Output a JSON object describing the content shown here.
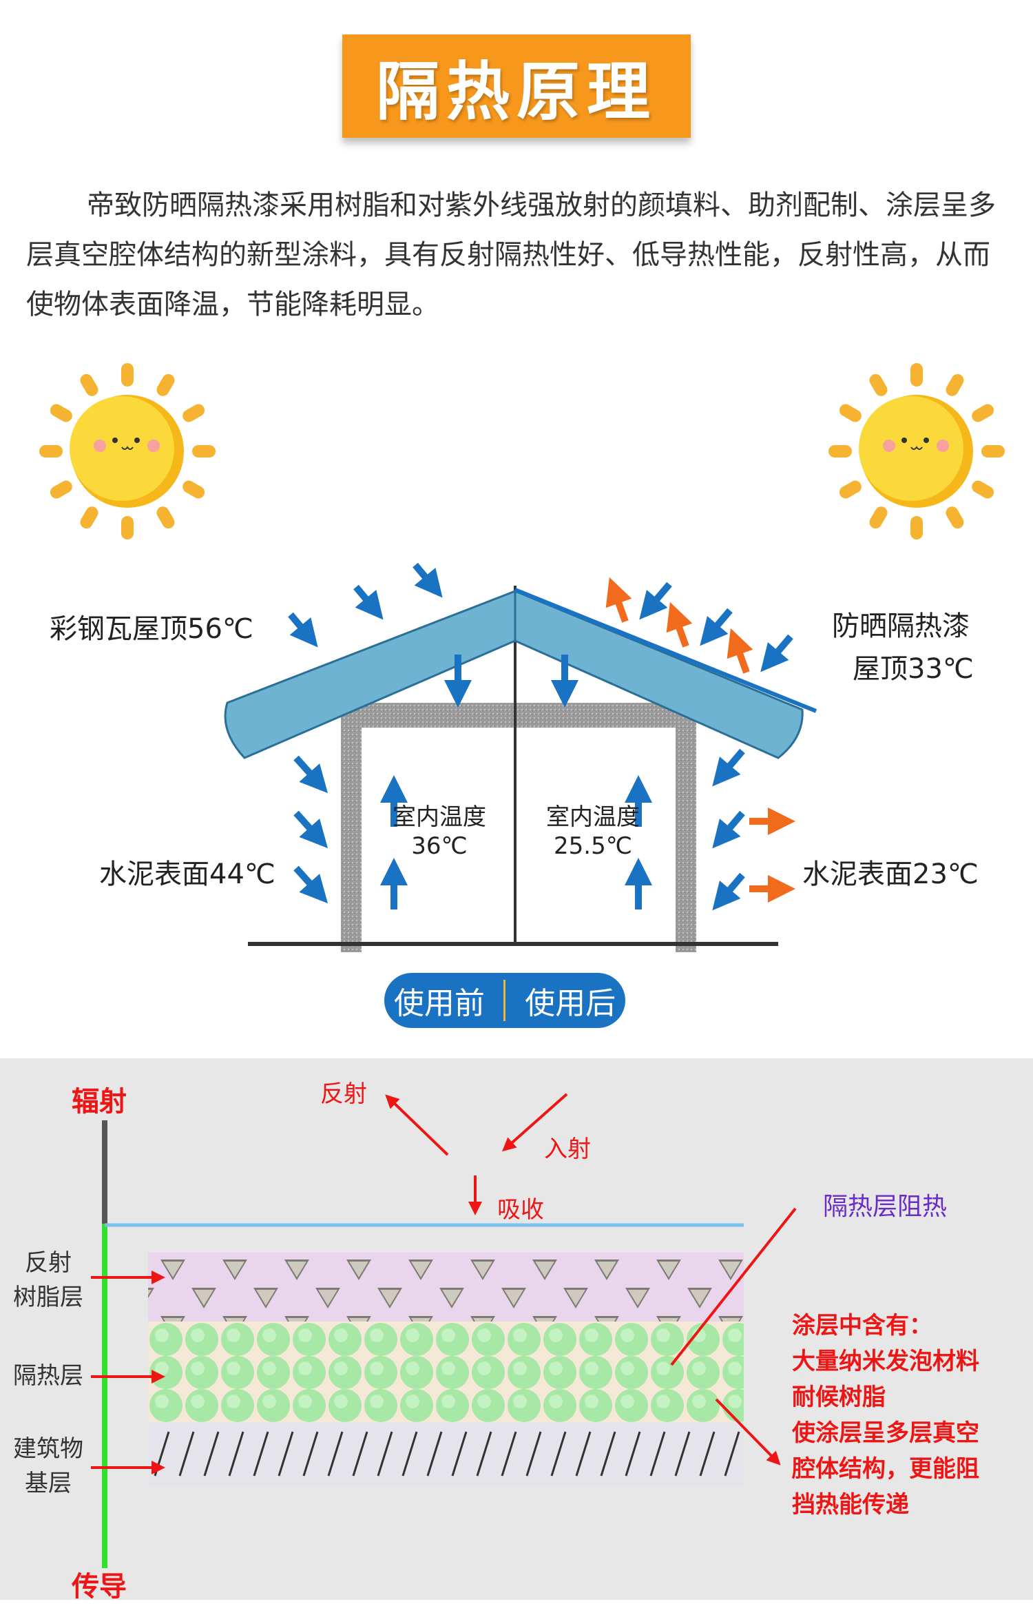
{
  "title": "隔热原理",
  "intro": "帝致防晒隔热漆采用树脂和对紫外线强放射的颜填料、助剂配制、涂层呈多层真空腔体结构的新型涂料，具有反射隔热性好、低导热性能，反射性高，从而使物体表面降温，节能降耗明显。",
  "house": {
    "left_roof": "彩钢瓦屋顶56℃",
    "right_roof_line1": "防晒隔热漆",
    "right_roof_line2": "屋顶33℃",
    "left_wall": "水泥表面44℃",
    "right_wall": "水泥表面23℃",
    "left_indoor_label": "室内温度",
    "left_indoor_temp": "36℃",
    "right_indoor_label": "室内温度",
    "right_indoor_temp": "25.5℃",
    "before": "使用前",
    "after": "使用后"
  },
  "layers": {
    "radiation": "辐射",
    "conduction": "传导",
    "reflect": "反射",
    "incident": "入射",
    "absorb": "吸收",
    "insulation_block": "隔热层阻热",
    "layer1_line1": "反射",
    "layer1_line2": "树脂层",
    "layer2": "隔热层",
    "layer3_line1": "建筑物",
    "layer3_line2": "基层",
    "note_title": "涂层中含有：",
    "note_line1": "大量纳米发泡材料",
    "note_line2": "耐候树脂",
    "note_line3": "使涂层呈多层真空",
    "note_line4": "腔体结构，更能阻",
    "note_line5": "挡热能传递"
  },
  "colors": {
    "title_bg": "#f7981d",
    "cold_arrow": "#1a72c2",
    "hot_arrow": "#f26b1d",
    "roof": "#6fb3d3",
    "red_label": "#ee1515",
    "purple_label": "#6a2cc6"
  }
}
